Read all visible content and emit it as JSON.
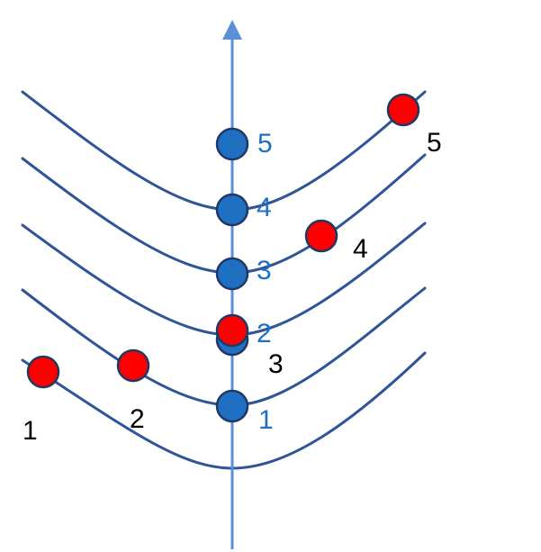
{
  "colors": {
    "curve": "#2f5597",
    "axis": "#5b8fd6",
    "blue_point": "#1f6fc3",
    "red_point": "#ff0000"
  },
  "blue_points": [
    {
      "label": "1"
    },
    {
      "label": "2"
    },
    {
      "label": "3"
    },
    {
      "label": "4"
    },
    {
      "label": "5"
    }
  ],
  "red_points": [
    {
      "label": "1"
    },
    {
      "label": "2"
    },
    {
      "label": "3"
    },
    {
      "label": "4"
    },
    {
      "label": "5"
    }
  ]
}
